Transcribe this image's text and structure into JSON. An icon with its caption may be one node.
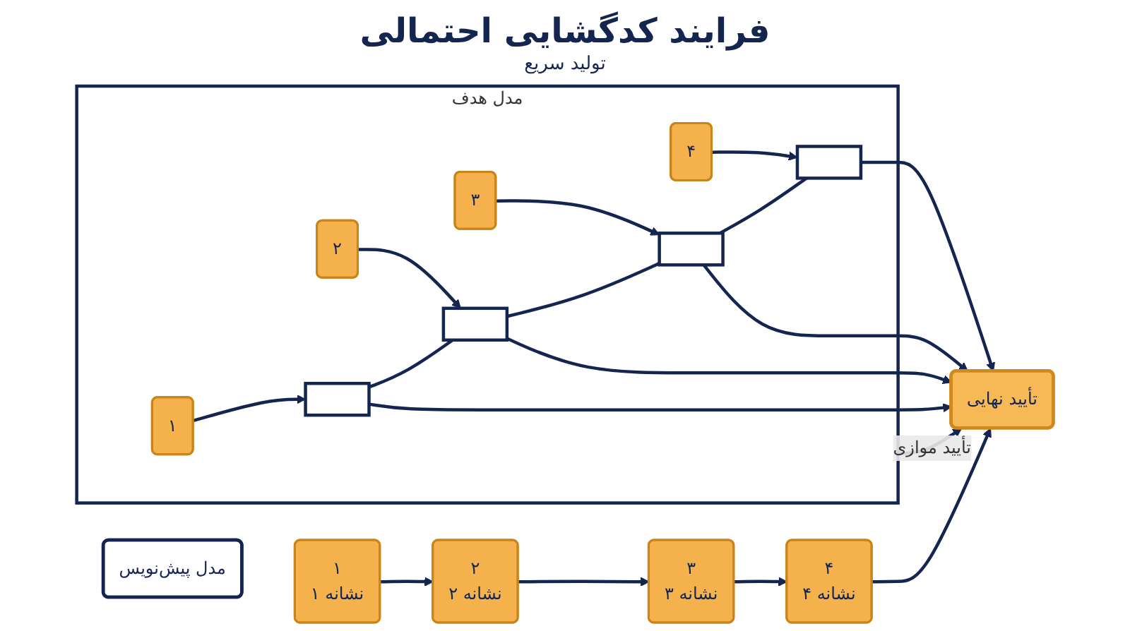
{
  "diagram": {
    "title": "فرایند کدگشایی احتمالی",
    "nodes": [
      {
        "text": [
          "مدل پیش‌نویس"
        ]
      },
      {
        "text": [
          "۱",
          "نشانه ۱"
        ]
      },
      {
        "text": [
          "۲",
          "نشانه ۲"
        ]
      },
      {
        "text": [
          "۳",
          "نشانه ۳"
        ]
      },
      {
        "text": [
          "۴",
          "نشانه ۴"
        ]
      },
      {
        "text": [
          "مدل هدف"
        ]
      },
      {
        "text": [
          "۱"
        ],
        "in": 5
      },
      {
        "text": [
          "۲"
        ],
        "in": 5
      },
      {
        "text": [
          "۳"
        ],
        "in": 5
      },
      {
        "text": [
          "۴"
        ],
        "in": 5
      },
      {
        "text": [],
        "shape": "box",
        "in": 5
      },
      {
        "text": [],
        "shape": "box",
        "in": 5
      },
      {
        "text": [],
        "shape": "box",
        "in": 5
      },
      {
        "text": [],
        "shape": "box",
        "in": 5
      },
      {
        "text": [
          "تأیید نهایی"
        ]
      }
    ],
    "edges": [
      {
        "from": 1,
        "to": 2,
        "arrow": "to"
      },
      {
        "from": 2,
        "to": 3,
        "arrow": "to"
      },
      {
        "from": 3,
        "to": 4,
        "arrow": "to"
      },
      {
        "from": 4,
        "to": 14,
        "arrow": "to"
      },
      {
        "from": 6,
        "to": 10,
        "arrow": "to"
      },
      {
        "from": 7,
        "to": 11,
        "arrow": "to"
      },
      {
        "from": 8,
        "to": 12,
        "arrow": "to"
      },
      {
        "from": 9,
        "to": 13,
        "arrow": "to"
      },
      {
        "from": 10,
        "to": 11,
        "arrow": "none"
      },
      {
        "from": 11,
        "to": 12,
        "arrow": "none"
      },
      {
        "from": 12,
        "to": 13,
        "arrow": "none"
      },
      {
        "from": 10,
        "to": 14,
        "arrow": "to"
      },
      {
        "from": 11,
        "to": 14,
        "arrow": "to"
      },
      {
        "from": 12,
        "to": 14,
        "arrow": "to"
      },
      {
        "from": 13,
        "to": 14,
        "arrow": "to"
      },
      {
        "from": 5,
        "to": 14,
        "label": "تأیید موازی",
        "arrow": "to"
      }
    ],
    "labels": [
      "تولید سریع"
    ]
  }
}
